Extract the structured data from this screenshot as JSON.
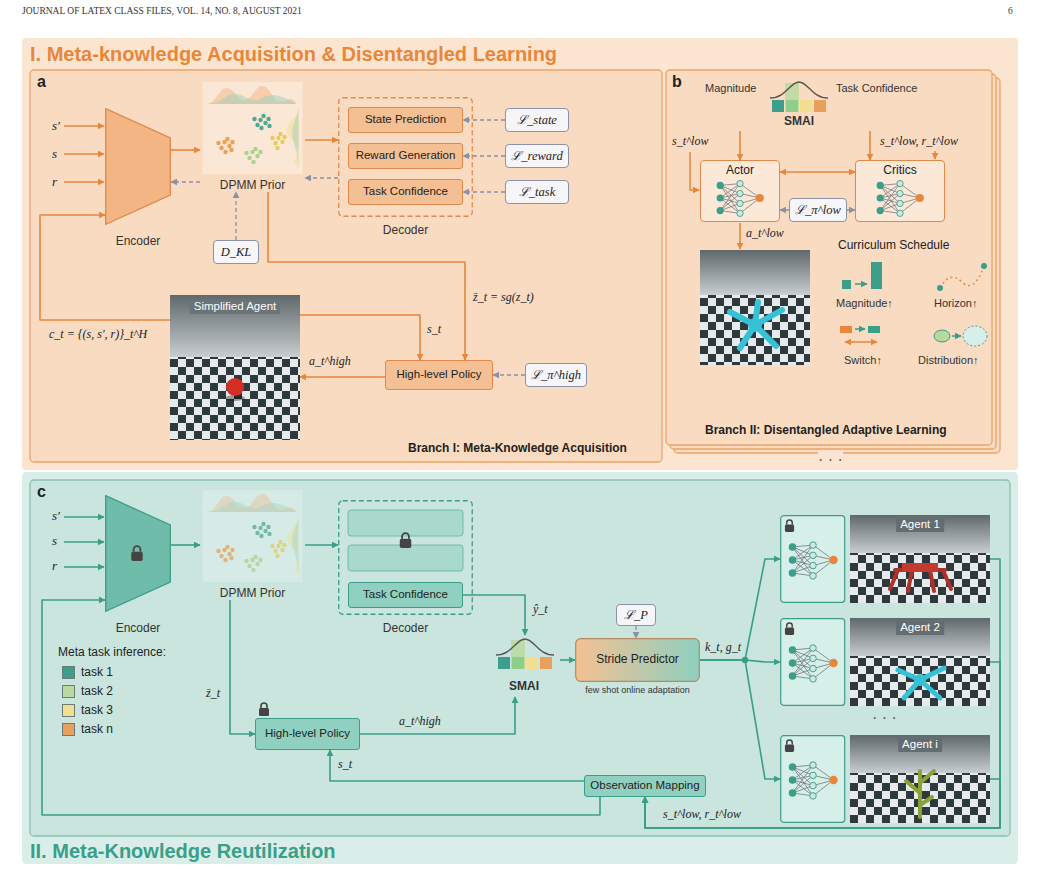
{
  "diagram": {
    "nodes": [
      {
        "text": [
          "I. Meta-knowledge Acquisition & Disentangled Learning"
        ]
      },
      {
        "text": [
          "a",
          "Branch I: Meta-Knowledge Acquisition"
        ],
        "in": 0
      },
      {
        "text": [
          "Encoder"
        ],
        "in": 1
      },
      {
        "text": [
          "DPMM Prior"
        ],
        "in": 1
      },
      {
        "text": [
          "Decoder"
        ],
        "in": 1
      },
      {
        "text": [
          "State Prediction"
        ],
        "in": 4
      },
      {
        "text": [
          "Reward Generation"
        ],
        "in": 4
      },
      {
        "text": [
          "Task Confidence"
        ],
        "in": 4
      },
      {
        "text": [
          "ℒ_state"
        ],
        "in": 1
      },
      {
        "text": [
          "ℒ_reward"
        ],
        "in": 1
      },
      {
        "text": [
          "ℒ_task"
        ],
        "in": 1
      },
      {
        "text": [
          "D_KL"
        ],
        "in": 1
      },
      {
        "text": [
          "Simplified Agent"
        ],
        "in": 1
      },
      {
        "text": [
          "High-level Policy"
        ],
        "in": 1
      },
      {
        "text": [
          "ℒ_π^high"
        ],
        "in": 1
      },
      {
        "text": [
          "b",
          "Branch II: Disentangled Adaptive Learning"
        ],
        "in": 0
      },
      {
        "text": [
          "Magnitude",
          "Task Confidence",
          "SMAI"
        ],
        "in": 15
      },
      {
        "text": [
          "Actor"
        ],
        "in": 15
      },
      {
        "text": [
          "Critics"
        ],
        "in": 15
      },
      {
        "text": [
          "ℒ_π^low"
        ],
        "in": 15
      },
      {
        "text": [
          "II. Meta-Knowledge Reutilization"
        ]
      },
      {
        "text": [
          "c"
        ],
        "in": 20
      },
      {
        "text": [
          "Encoder"
        ],
        "in": 21
      },
      {
        "text": [
          "DPMM Prior"
        ],
        "in": 21
      },
      {
        "text": [
          "Decoder"
        ],
        "in": 21
      },
      {
        "text": [
          "Task Confidence"
        ],
        "in": 24
      },
      {
        "text": [
          "High-level Policy"
        ],
        "in": 21
      },
      {
        "text": [
          "SMAI"
        ],
        "in": 21
      },
      {
        "text": [
          "Stride Predictor",
          "few shot online adaptation"
        ],
        "in": 21
      },
      {
        "text": [
          "ℒ_P"
        ],
        "in": 21
      },
      {
        "text": [
          "Agent 1"
        ],
        "in": 21
      },
      {
        "text": [
          "Agent 2"
        ],
        "in": 21
      },
      {
        "text": [
          "Agent i"
        ],
        "in": 21
      },
      {
        "text": [
          "Observation Mapping"
        ],
        "in": 21
      }
    ],
    "edges": [
      {
        "from": 2,
        "to": 3,
        "arrow": "to"
      },
      {
        "from": 3,
        "to": 2,
        "arrow": "to"
      },
      {
        "from": 3,
        "to": 4,
        "arrow": "to"
      },
      {
        "from": 4,
        "to": 3,
        "arrow": "to"
      },
      {
        "from": 8,
        "to": 5,
        "arrow": "to"
      },
      {
        "from": 9,
        "to": 6,
        "arrow": "to"
      },
      {
        "from": 10,
        "to": 7,
        "arrow": "to"
      },
      {
        "from": 11,
        "to": 3,
        "arrow": "to"
      },
      {
        "from": 3,
        "to": 13,
        "arrow": "to",
        "label": "z̄_t = sg(z_t)"
      },
      {
        "from": 12,
        "to": 13,
        "arrow": "to",
        "label": "s_t"
      },
      {
        "from": 13,
        "to": 12,
        "arrow": "to",
        "label": "a_t^high"
      },
      {
        "from": 12,
        "to": 2,
        "arrow": "to",
        "label": "c_t = {(s, s′, r)}_t^H"
      },
      {
        "from": 14,
        "to": 13,
        "arrow": "to"
      },
      {
        "from": 16,
        "to": 17,
        "arrow": "to"
      },
      {
        "from": 16,
        "to": 18,
        "arrow": "to"
      },
      {
        "from": 17,
        "to": 18,
        "arrow": "both"
      },
      {
        "from": 19,
        "to": 17,
        "arrow": "to"
      },
      {
        "from": 19,
        "to": 18,
        "arrow": "to"
      },
      {
        "from": 22,
        "to": 23,
        "arrow": "to"
      },
      {
        "from": 23,
        "to": 24,
        "arrow": "to"
      },
      {
        "from": 25,
        "to": 27,
        "arrow": "to",
        "label": "ŷ_t"
      },
      {
        "from": 23,
        "to": 26,
        "arrow": "to",
        "label": "z̄_t"
      },
      {
        "from": 26,
        "to": 27,
        "arrow": "to",
        "label": "a_t^high"
      },
      {
        "from": 27,
        "to": 28,
        "arrow": "to"
      },
      {
        "from": 29,
        "to": 28,
        "arrow": "to"
      },
      {
        "from": 28,
        "to": 30,
        "arrow": "to"
      },
      {
        "from": 28,
        "to": 31,
        "arrow": "to",
        "label": "k_t, g_t"
      },
      {
        "from": 28,
        "to": 32,
        "arrow": "to"
      },
      {
        "from": 30,
        "to": 33,
        "arrow": "to"
      },
      {
        "from": 31,
        "to": 33,
        "arrow": "to"
      },
      {
        "from": 32,
        "to": 33,
        "arrow": "to",
        "label": "s_t^low, r_t^low"
      },
      {
        "from": 33,
        "to": 26,
        "arrow": "to",
        "label": "s_t"
      },
      {
        "from": 33,
        "to": 22,
        "arrow": "to"
      }
    ],
    "labels": [
      "JOURNAL OF LATEX CLASS FILES, VOL. 14, NO. 8, AUGUST 2021",
      "6",
      "s′",
      "s",
      "r",
      "s_t^low",
      "s_t^low, r_t^low",
      "a_t^low",
      "Curriculum Schedule",
      "Magnitude↑",
      "Horizon↑",
      "Switch↑",
      "Distribution↑",
      "· · ·",
      "s′",
      "s",
      "r",
      "Meta task inference:",
      "· · ·"
    ],
    "legend": [
      {
        "text": "task 1",
        "color": "#3f9d8b"
      },
      {
        "text": "task 2",
        "color": "#b9d99e"
      },
      {
        "text": "task 3",
        "color": "#f2de8e"
      },
      {
        "text": "task n",
        "color": "#e9a05a"
      }
    ]
  }
}
